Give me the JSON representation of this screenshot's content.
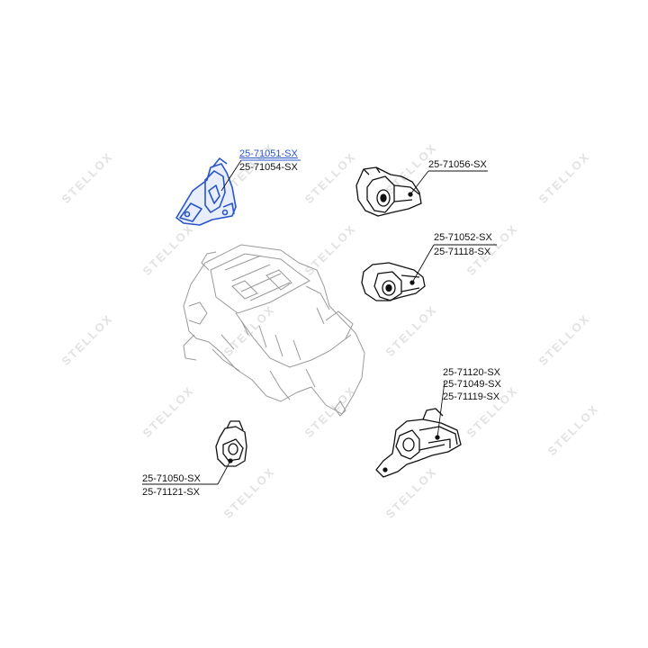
{
  "watermark": {
    "text": "STELLOX",
    "color": "#e2e2e2"
  },
  "labels": {
    "front_mount": [
      "25-71051-SX",
      "25-71054-SX"
    ],
    "upper_right_mount": [
      "25-71056-SX"
    ],
    "right_mount": [
      "25-71052-SX",
      "25-71118-SX"
    ],
    "rear_right_mount": [
      "25-71120-SX",
      "25-71049-SX",
      "25-71119-SX"
    ],
    "rear_left_mount": [
      "25-71050-SX",
      "25-71121-SX"
    ]
  },
  "colors": {
    "highlight": "#2a55c8",
    "line": "#111111"
  }
}
